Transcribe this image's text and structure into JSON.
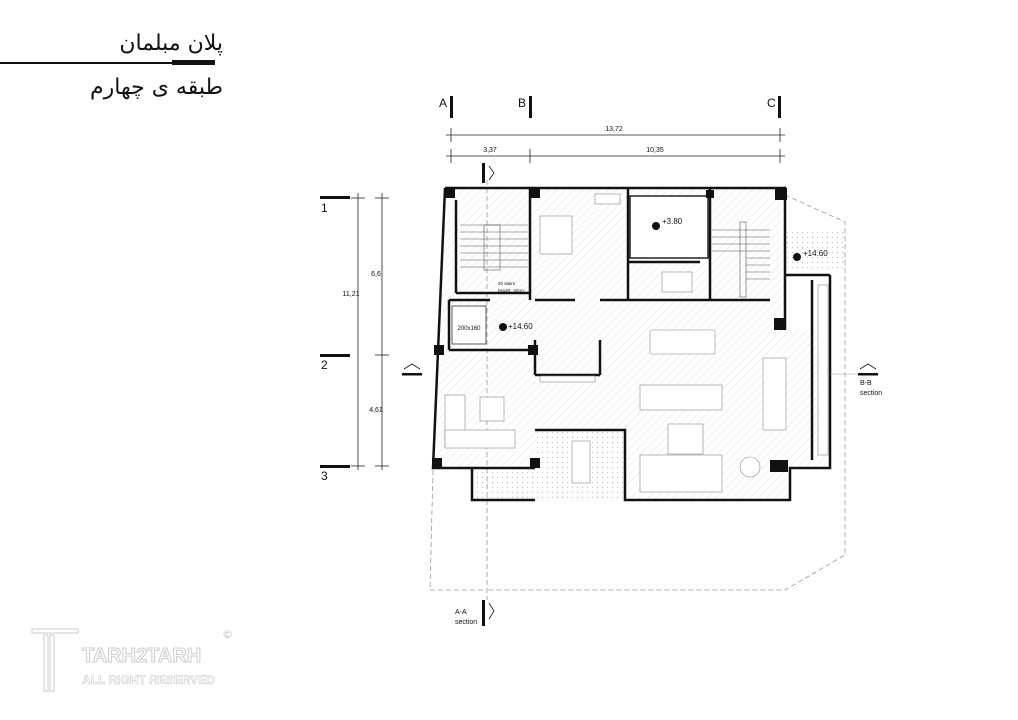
{
  "header": {
    "title": "پلان مبلمان",
    "subtitle": "طبقه ی چهارم"
  },
  "grid": {
    "columns": [
      "A",
      "B",
      "C"
    ],
    "rows": [
      "1",
      "2",
      "3"
    ]
  },
  "dimensions": {
    "overall_horizontal": "13,72",
    "horizontal_segments": [
      "3,37",
      "10,35"
    ],
    "overall_vertical": "11,21",
    "vertical_segments": [
      "6,6",
      "4,61"
    ]
  },
  "levels": {
    "terrace": "+3.80",
    "entrance": "+14.60",
    "balcony": "+14.60"
  },
  "annotations": {
    "elevator": "200x160",
    "stairs_count": "20 stairs",
    "stairs_height": "height: 18cm"
  },
  "sections": {
    "bb_name": "B-B",
    "bb_label": "section",
    "aa_name": "A-A",
    "aa_label": "section"
  },
  "watermark": {
    "brand": "TARH2TARH",
    "rights": "ALL RIGHT RESERVED",
    "copyright": "©"
  }
}
